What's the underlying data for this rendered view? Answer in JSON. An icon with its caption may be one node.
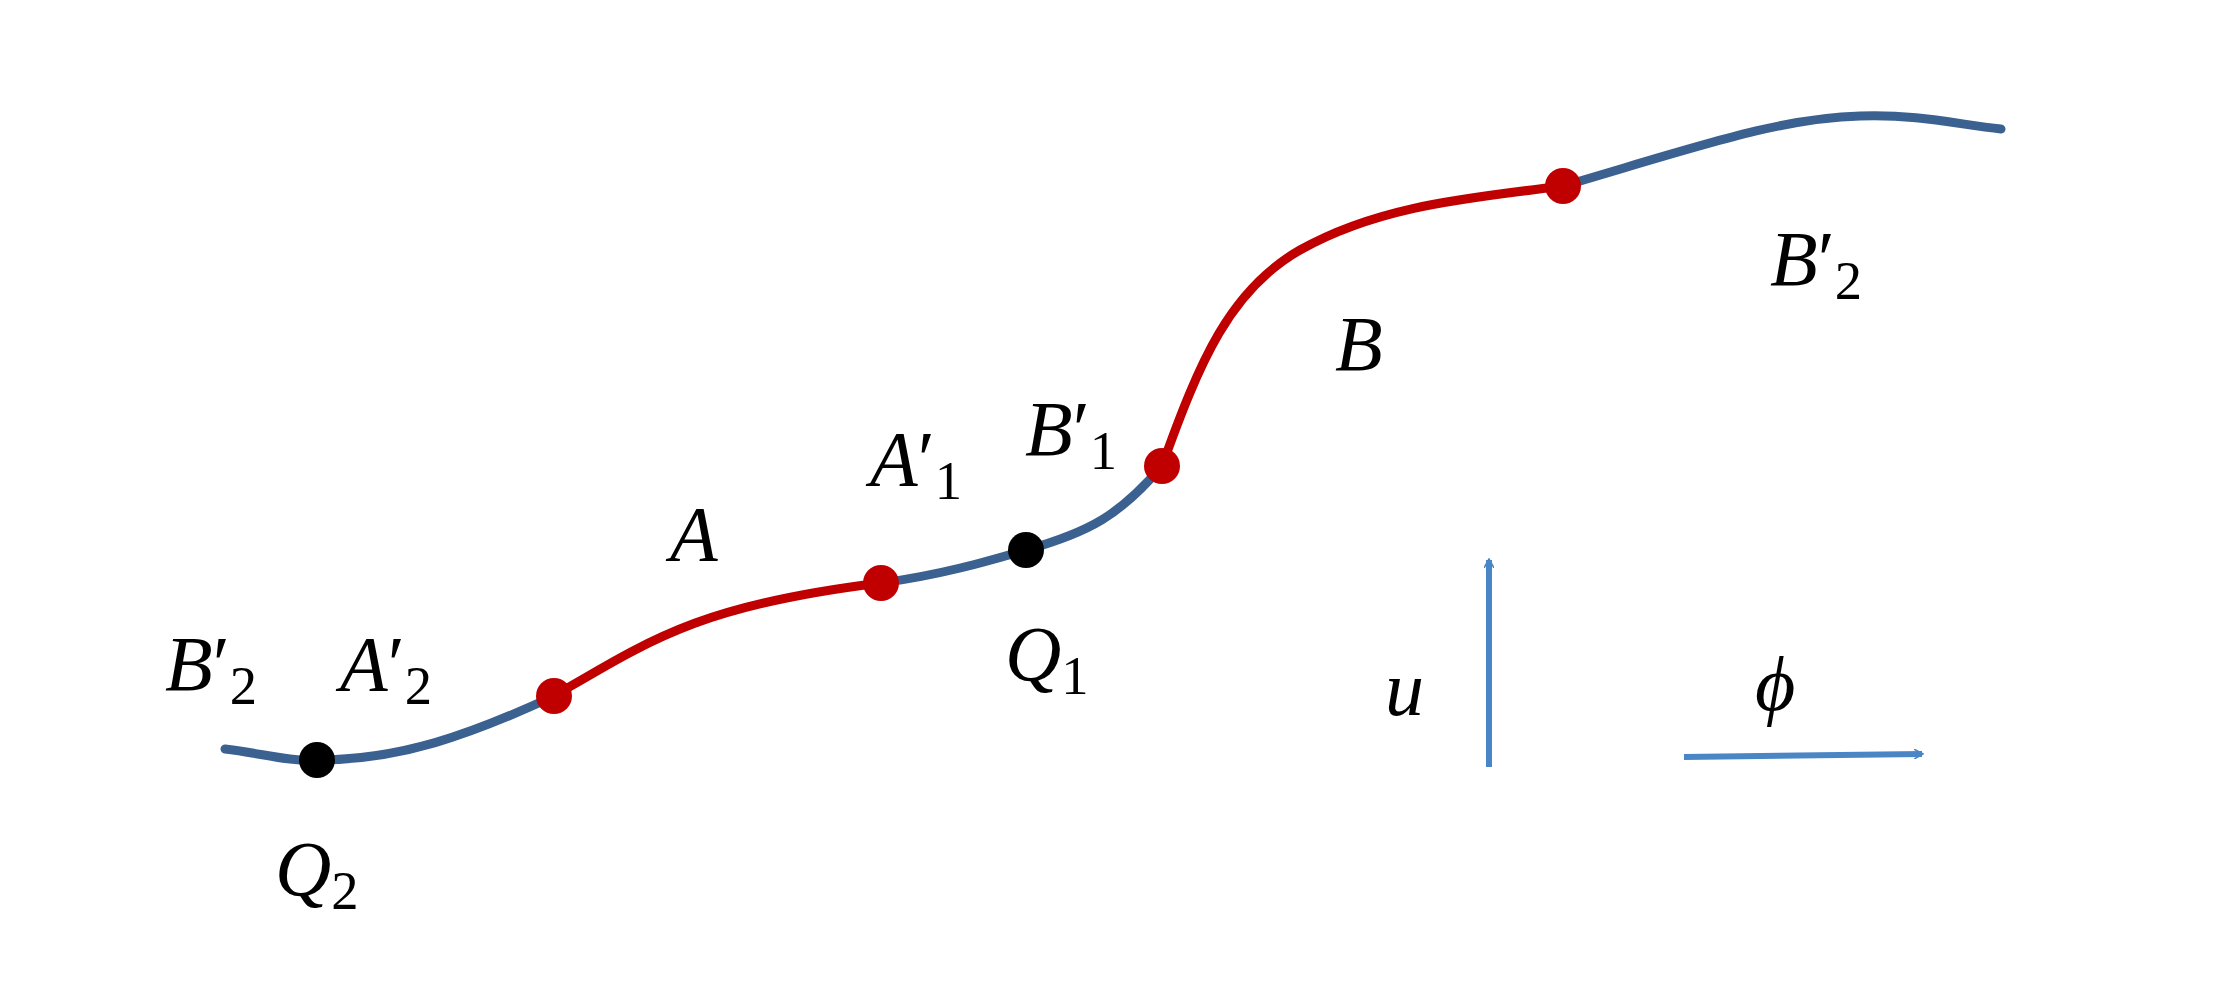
{
  "diagram": {
    "labels": [
      "*B*′$_{2}$",
      "*A*′$_{2}$",
      "*A*",
      "*A*′$_{1}$",
      "*B*′$_{1}$",
      "*B*",
      "*B*′$_{2}$",
      "*Q*$_{1}$",
      "*Q*$_{2}$",
      "*u*",
      "*ϕ*"
    ]
  }
}
